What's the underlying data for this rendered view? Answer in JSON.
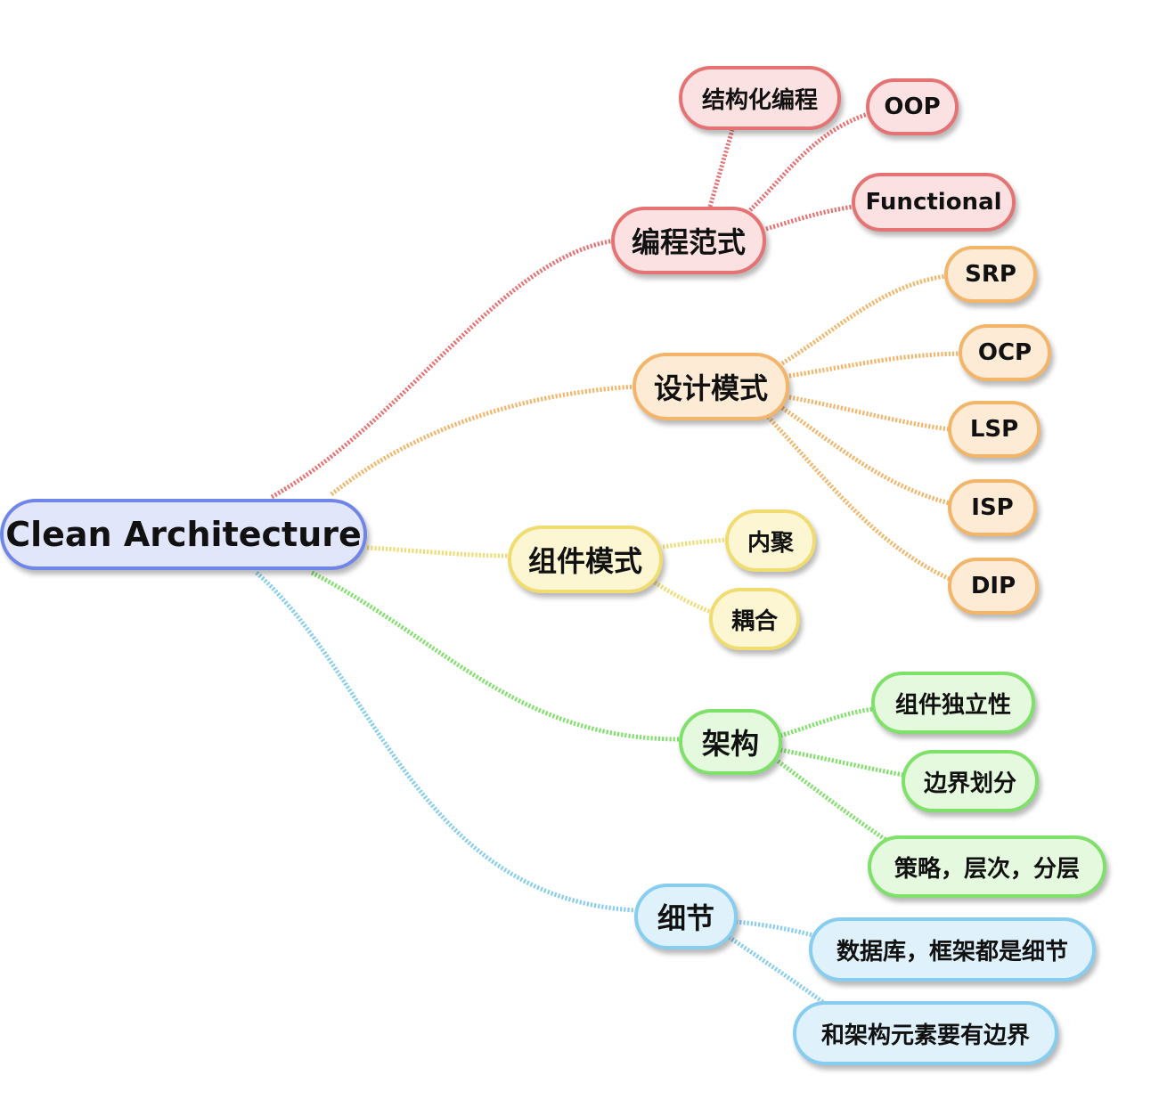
{
  "root": {
    "label": "Clean Architecture"
  },
  "colors": {
    "red": "#e57373",
    "orange": "#f2b56a",
    "yellow": "#f1dc72",
    "green": "#7fe06a",
    "blue": "#86cdef",
    "root": "#6f86e8"
  },
  "branches": [
    {
      "label": "编程范式",
      "children": [
        "结构化编程",
        "OOP",
        "Functional"
      ]
    },
    {
      "label": "设计模式",
      "children": [
        "SRP",
        "OCP",
        "LSP",
        "ISP",
        "DIP"
      ]
    },
    {
      "label": "组件模式",
      "children": [
        "内聚",
        "耦合"
      ]
    },
    {
      "label": "架构",
      "children": [
        "组件独立性",
        "边界划分",
        "策略，层次，分层"
      ]
    },
    {
      "label": "细节",
      "children": [
        "数据库，框架都是细节",
        "和架构元素要有边界"
      ]
    }
  ]
}
